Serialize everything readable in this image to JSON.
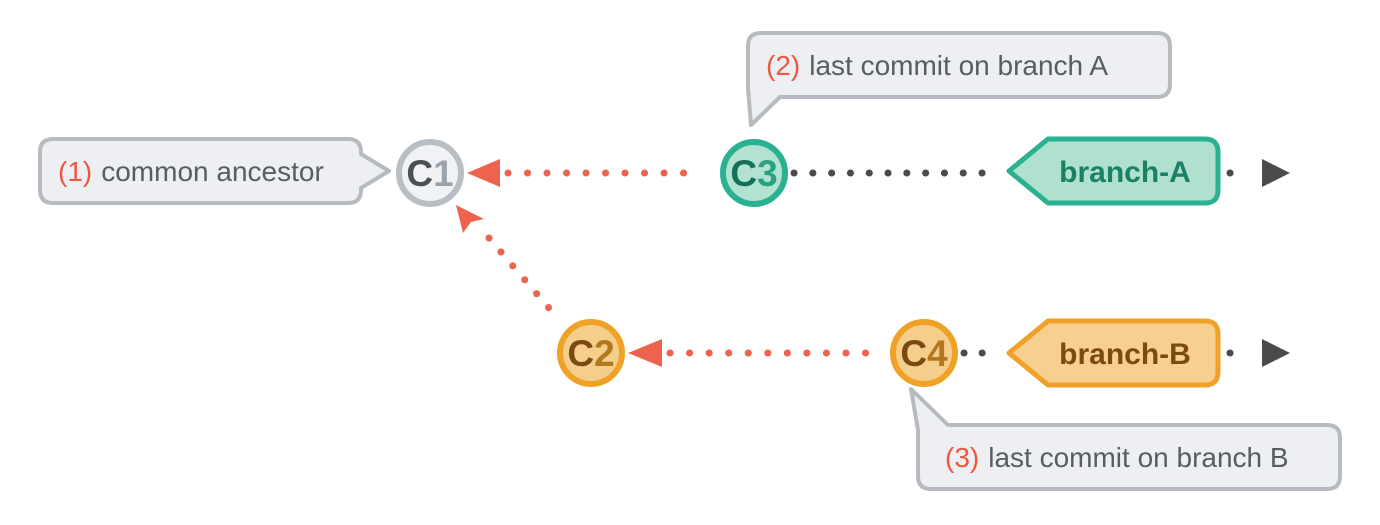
{
  "callouts": {
    "one": {
      "number": "(1)",
      "label": "common ancestor"
    },
    "two": {
      "number": "(2)",
      "label": "last commit on branch A"
    },
    "three": {
      "number": "(3)",
      "label": "last commit on branch B"
    }
  },
  "commits": {
    "c1": {
      "letter": "C",
      "digit": "1"
    },
    "c2": {
      "letter": "C",
      "digit": "2"
    },
    "c3": {
      "letter": "C",
      "digit": "3"
    },
    "c4": {
      "letter": "C",
      "digit": "4"
    }
  },
  "branches": {
    "a": {
      "label": "branch-A"
    },
    "b": {
      "label": "branch-B"
    }
  },
  "colors": {
    "accent_red": "#ED634E",
    "red_text": "#EE5840",
    "teal_border": "#2AB191",
    "teal_fill": "#B2E2D1",
    "teal_text": "#1B8166",
    "orange_border": "#F0A127",
    "orange_fill": "#F6CE8C",
    "brown_text": "#7A4A12",
    "gray_border": "#B7BBC0",
    "gray_fill": "#EDEFF2",
    "gray_text": "#595D63",
    "dark_connector": "#4A4B4D"
  }
}
